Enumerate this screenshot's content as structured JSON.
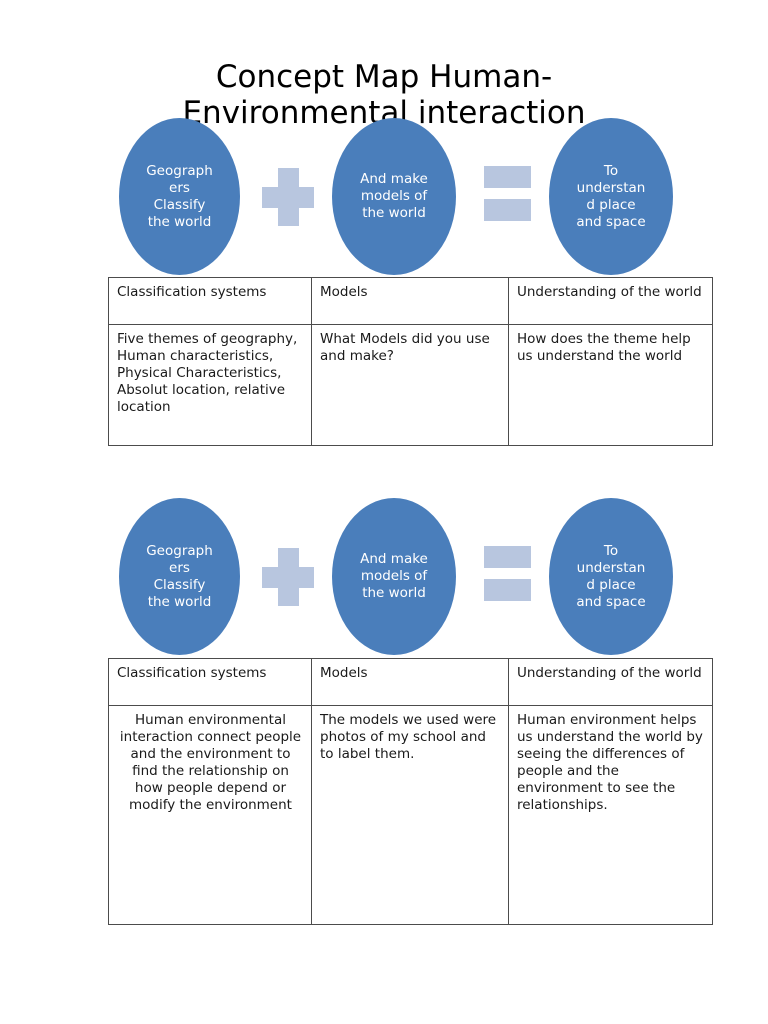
{
  "document": {
    "title": "Concept Map Human-\nEnvironmental interaction"
  },
  "colors": {
    "ellipse_fill": "#4A7EBB",
    "operator_fill": "#B8C6DF",
    "ellipse_text": "#FFFFFF",
    "table_border": "#4C4C4C",
    "page_background": "#FFFFFF"
  },
  "concept_rows": [
    {
      "name": "concept-row-1",
      "ellipses": [
        {
          "label": "Geograph\ners\nClassify\nthe world"
        },
        {
          "label": "And make\nmodels of\nthe world"
        },
        {
          "label": "To\nunderstan\nd place\nand space"
        }
      ],
      "operators": [
        {
          "type": "plus",
          "symbol": "+"
        },
        {
          "type": "equals",
          "symbol": "="
        }
      ]
    },
    {
      "name": "concept-row-2",
      "ellipses": [
        {
          "label": "Geograph\ners\nClassify\nthe world"
        },
        {
          "label": "And make\nmodels of\nthe world"
        },
        {
          "label": "To\nunderstan\nd place\nand space"
        }
      ],
      "operators": [
        {
          "type": "plus",
          "symbol": "+"
        },
        {
          "type": "equals",
          "symbol": "="
        }
      ]
    }
  ],
  "tables": [
    {
      "name": "prompt-table",
      "headers": [
        "Classification systems",
        "Models",
        "Understanding of the world"
      ],
      "rows": [
        [
          "Five themes of geography, Human characteristics, Physical Characteristics, Absolut location, relative location",
          "What Models did you use and make?",
          "How does the theme help us understand the world"
        ]
      ],
      "body_alignment": [
        "left",
        "left",
        "left"
      ]
    },
    {
      "name": "response-table",
      "headers": [
        "Classification systems",
        "Models",
        "Understanding of the world"
      ],
      "rows": [
        [
          "Human environmental interaction connect people and the environment to find the relationship on how people depend or modify the environment",
          "The models we used were photos of my school and to label them.",
          "Human environment helps us understand the world by seeing the differences of people and the environment to see the relationships."
        ]
      ],
      "body_alignment": [
        "center",
        "left",
        "left"
      ]
    }
  ]
}
